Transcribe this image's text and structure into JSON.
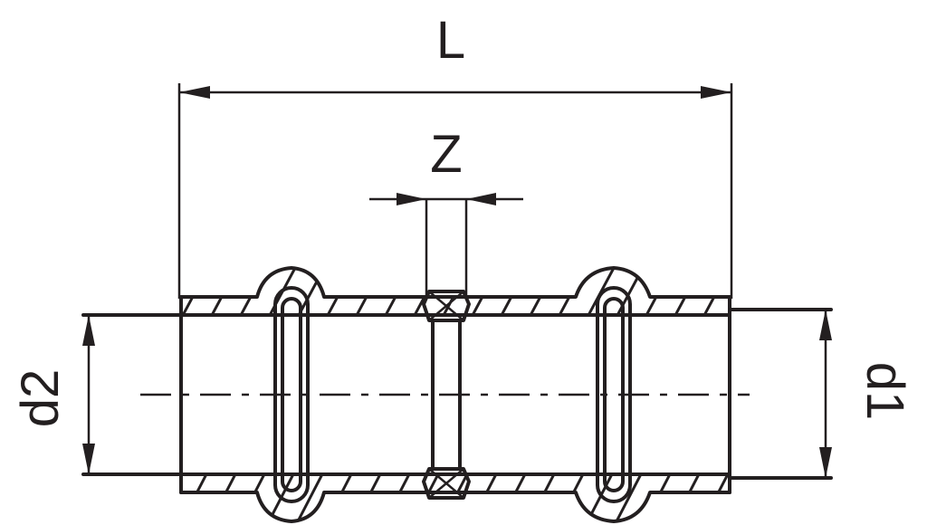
{
  "drawing": {
    "labels": {
      "length": "L",
      "insertion_gap": "Z",
      "diameter_left": "d2",
      "diameter_right": "d1"
    },
    "colors": {
      "line": "#231f20",
      "background": "#ffffff"
    }
  }
}
